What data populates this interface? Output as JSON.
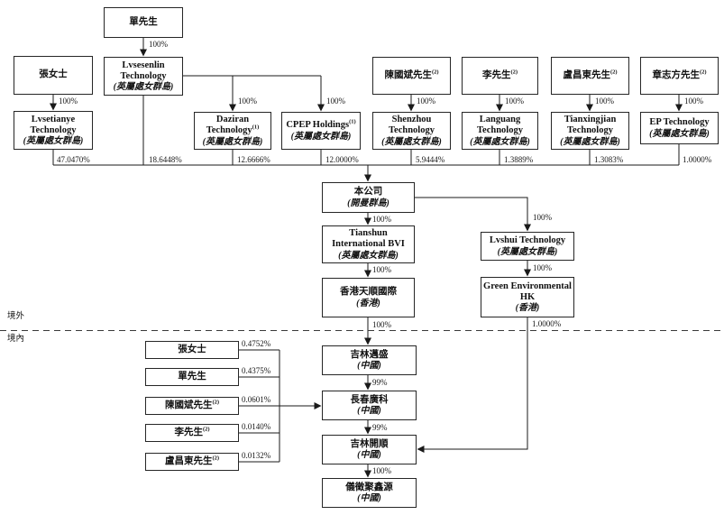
{
  "colors": {
    "line": "#1a1a1a",
    "text": "#111111",
    "background": "#ffffff"
  },
  "regions": {
    "offshore": "境外",
    "onshore": "境內"
  },
  "nodes": {
    "mr_shan": {
      "title": "單先生"
    },
    "ms_zhang": {
      "title": "張女士"
    },
    "lvsesenlin": {
      "title": "Lvsesenlin\nTechnology",
      "sub": "(英屬處女群島)"
    },
    "lvsetianye": {
      "title": "Lvsetianye\nTechnology",
      "sub": "(英屬處女群島)"
    },
    "daziran": {
      "title": "Daziran\nTechnology",
      "sup": "(1)",
      "sub": "(英屬處女群島)"
    },
    "cpep": {
      "title": "CPEP Holdings",
      "sup": "(1)",
      "sub": "(英屬處女群島)"
    },
    "mr_chen": {
      "title": "陳國斌先生",
      "sup": "(2)"
    },
    "mr_li": {
      "title": "李先生",
      "sup": "(2)"
    },
    "mr_lu": {
      "title": "盧昌東先生",
      "sup": "(2)"
    },
    "mr_zhangzhifang": {
      "title": "章志方先生",
      "sup": "(2)"
    },
    "shenzhou": {
      "title": "Shenzhou\nTechnology",
      "sub": "(英屬處女群島)"
    },
    "languang": {
      "title": "Languang\nTechnology",
      "sub": "(英屬處女群島)"
    },
    "tianxingjian": {
      "title": "Tianxingjian\nTechnology",
      "sub": "(英屬處女群島)"
    },
    "ep": {
      "title": "EP Technology",
      "sub": "(英屬處女群島)"
    },
    "company": {
      "title": "本公司",
      "sub": "(開曼群島)"
    },
    "tianshun_bvi": {
      "title": "Tianshun\nInternational BVI",
      "sub": "(英屬處女群島)"
    },
    "hk_tianshun": {
      "title": "香港天順國際",
      "sub": "(香港)"
    },
    "lvshui": {
      "title": "Lvshui Technology",
      "sub": "(英屬處女群島)"
    },
    "green_hk": {
      "title": "Green Environmental\nHK",
      "sub": "(香港)"
    },
    "jilin_maisheng": {
      "title": "吉林邁盛",
      "sub": "(中國)"
    },
    "changchun_guangke": {
      "title": "長春廣科",
      "sub": "(中國)"
    },
    "jilin_kaishun": {
      "title": "吉林開順",
      "sub": "(中國)"
    },
    "yizheng_juxinyuan": {
      "title": "儀徵聚鑫源",
      "sub": "(中國)"
    },
    "d_ms_zhang": {
      "title": "張女士"
    },
    "d_mr_shan": {
      "title": "單先生"
    },
    "d_mr_chen": {
      "title": "陳國斌先生",
      "sup": "(2)"
    },
    "d_mr_li": {
      "title": "李先生",
      "sup": "(2)"
    },
    "d_mr_lu": {
      "title": "盧昌東先生",
      "sup": "(2)"
    }
  },
  "edges": {
    "shan_lvsesenlin": "100%",
    "zhang_lvsetianye": "100%",
    "lvsesenlin_daziran": "100%",
    "lvsesenlin_cpep": "100%",
    "chen_shenzhou": "100%",
    "li_languang": "100%",
    "lu_tianxingjian": "100%",
    "zhangzhifang_ep": "100%",
    "lvsetianye_company": "47.0470%",
    "lvsesenlin_company": "18.6448%",
    "daziran_company": "12.6666%",
    "cpep_company": "12.0000%",
    "shenzhou_company": "5.9444%",
    "languang_company": "1.3889%",
    "tianxingjian_company": "1.3083%",
    "ep_company": "1.0000%",
    "company_tianshun": "100%",
    "company_lvshui": "100%",
    "tianshun_hktianshun": "100%",
    "lvshui_green": "100%",
    "hktianshun_maisheng": "100%",
    "green_kaishun": "1.0000%",
    "maisheng_guangke": "99%",
    "guangke_kaishun": "99%",
    "kaishun_yizheng": "100%",
    "dzhang_guangke": "0.4752%",
    "dshan_guangke": "0.4375%",
    "dchen_guangke": "0.0601%",
    "dli_guangke": "0.0140%",
    "dlu_guangke": "0.0132%"
  }
}
